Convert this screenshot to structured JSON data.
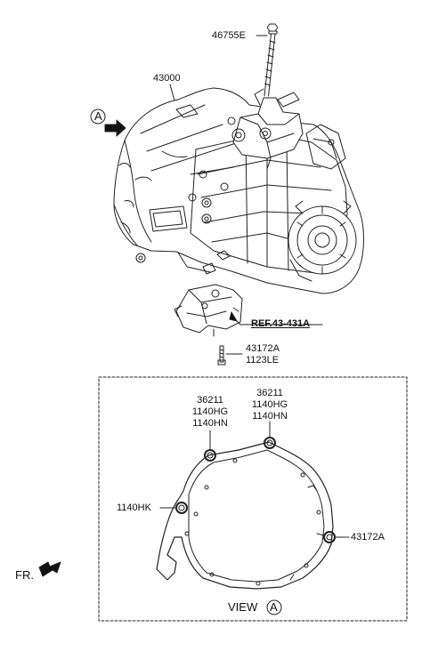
{
  "labels": {
    "p46755e": "46755E",
    "p43000": "43000",
    "view_marker": "A",
    "ref": "REF.43-431A",
    "p43172a_top": "43172A",
    "p1123le": "1123LE",
    "group_left": [
      "36211",
      "1140HG",
      "1140HN"
    ],
    "group_right": [
      "36211",
      "1140HG",
      "1140HN"
    ],
    "p1140hk": "1140HK",
    "p43172a_view": "43172A",
    "view_caption_text": "VIEW",
    "view_caption_marker": "A",
    "front": "FR."
  }
}
